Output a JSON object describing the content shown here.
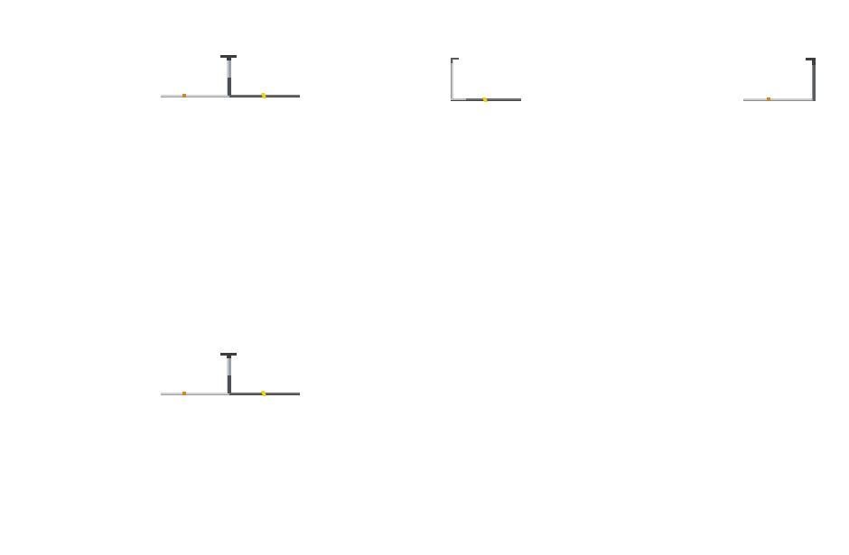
{
  "diagram": {
    "background": "#ffffff",
    "colors": {
      "pipe_light": "#d6d6d6",
      "pipe_mid": "#a9a9a9",
      "pipe_dark": "#555555",
      "riser_dark": "#4a4f55",
      "cap": "#3d3d3d",
      "joint_orange": "#c98a2b",
      "joint_yellow": "#f2d21b"
    },
    "fittings": [
      {
        "kind": "tee",
        "icon": "pipe-tee-icon"
      },
      {
        "kind": "elbow-up-left",
        "icon": "pipe-elbow-left-icon"
      },
      {
        "kind": "elbow-up-right",
        "icon": "pipe-elbow-right-icon"
      },
      {
        "kind": "tee",
        "icon": "pipe-tee-icon"
      }
    ]
  }
}
